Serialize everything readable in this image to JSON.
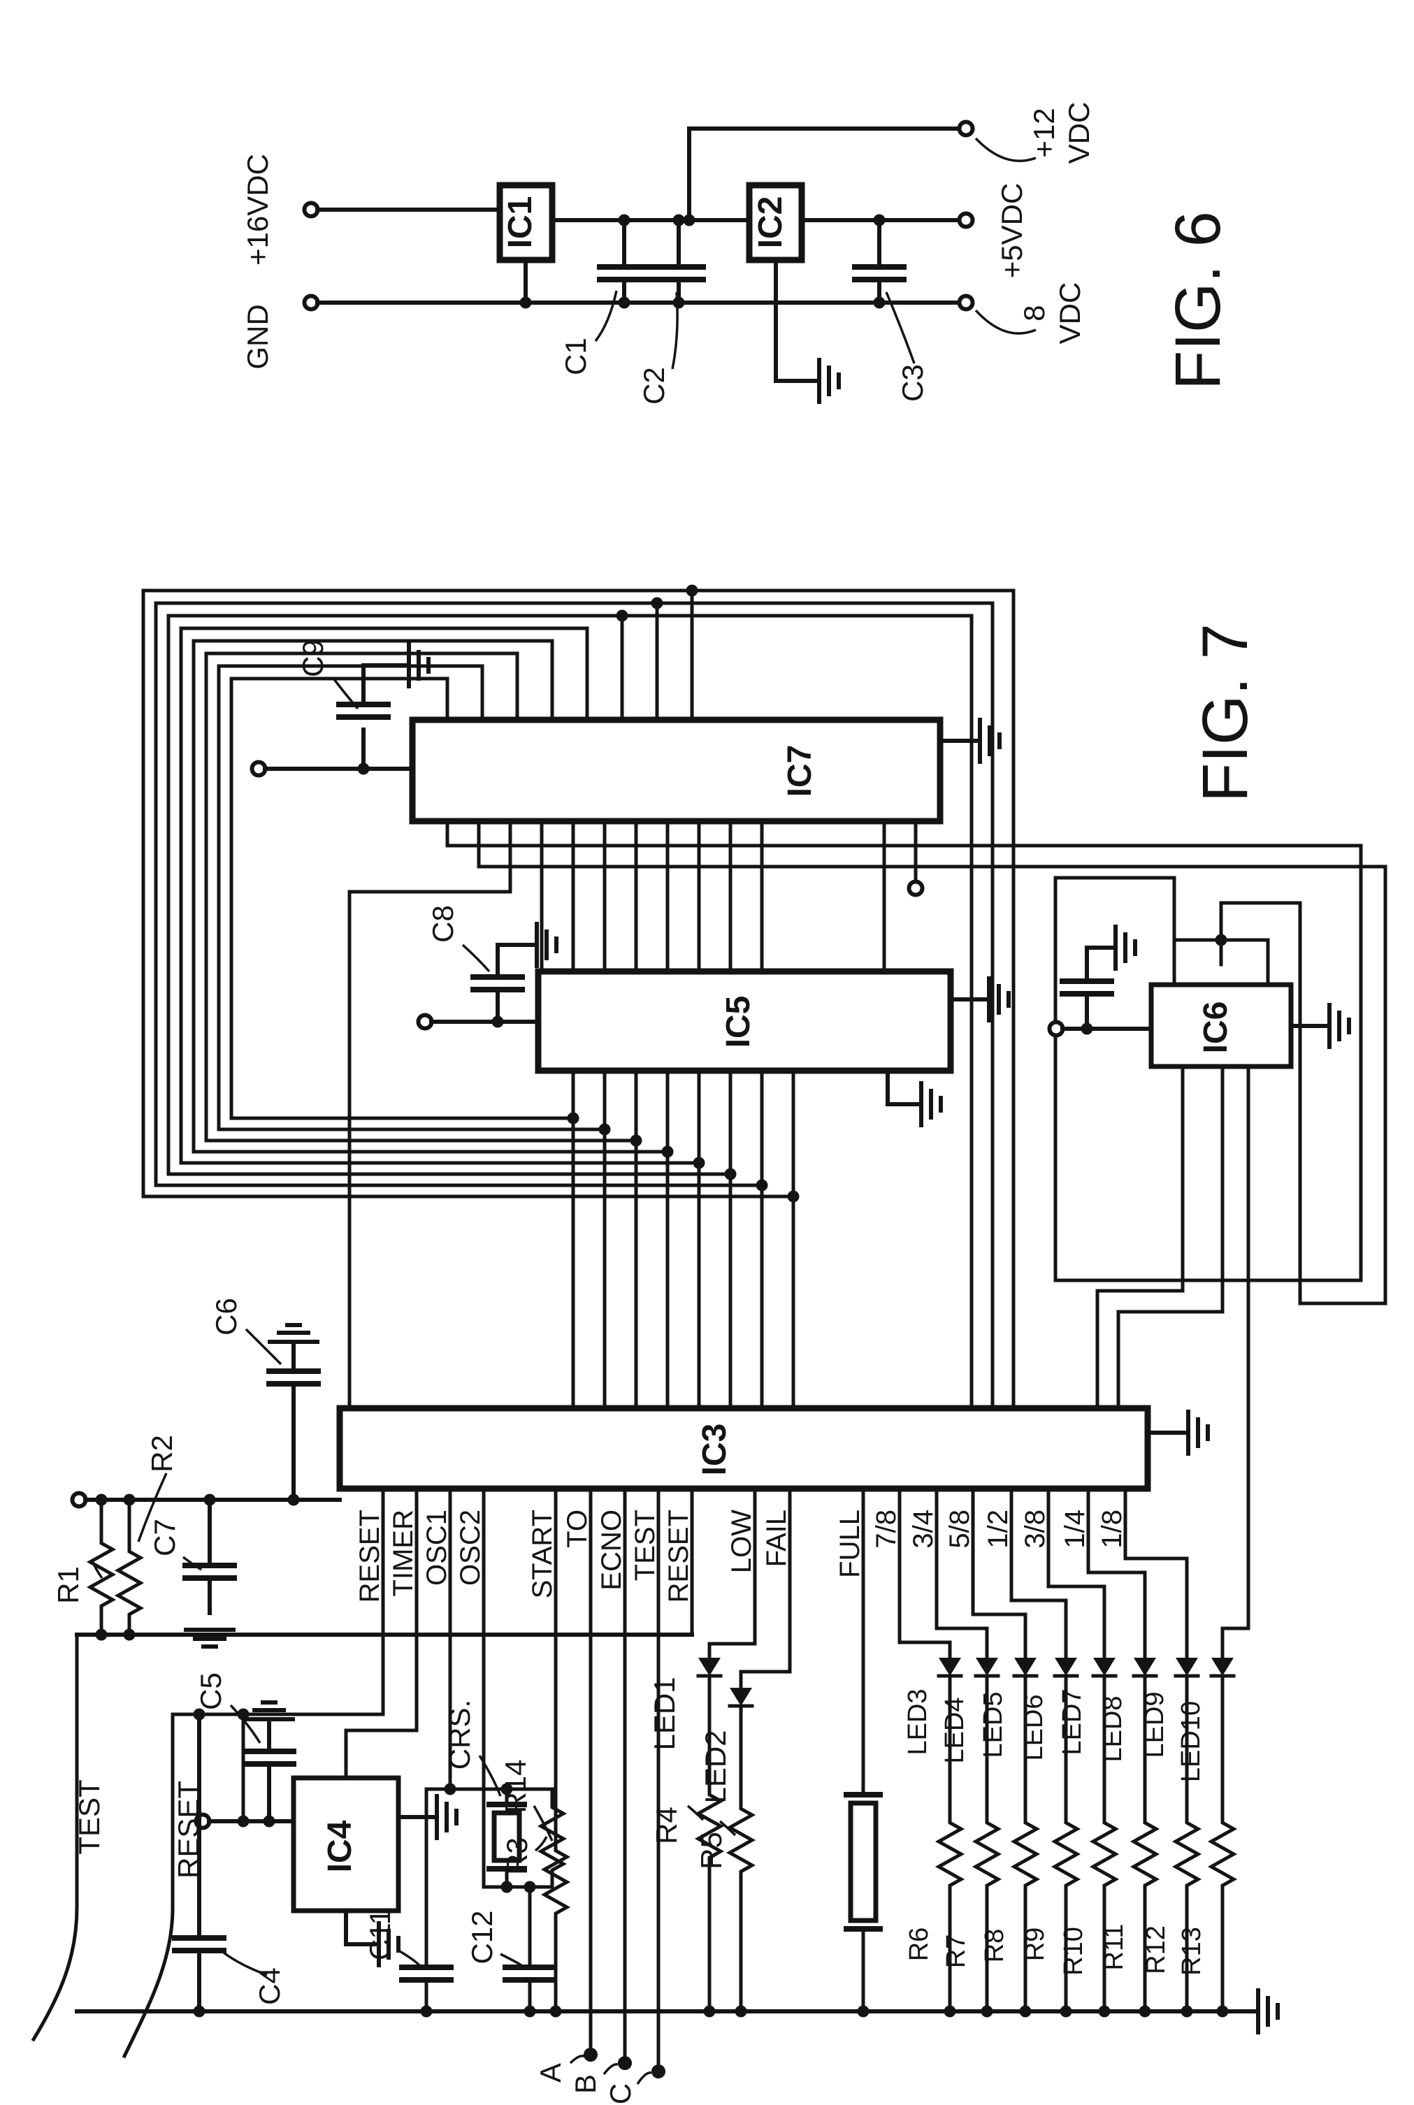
{
  "fig6": {
    "title": "FIG. 6",
    "gnd": "GND",
    "v16": "+16VDC",
    "ic1": "IC1",
    "ic2": "IC2",
    "c1": "C1",
    "c2": "C2",
    "c3": "C3",
    "v5": "+5VDC",
    "v12_line1": "+12",
    "v12_line2": "VDC",
    "v8_line1": "8",
    "v8_line2": "VDC"
  },
  "fig7": {
    "title": "FIG. 7",
    "ic3": "IC3",
    "ic4": "IC4",
    "ic5": "IC5",
    "ic6": "IC6",
    "ic7": "IC7",
    "c4": "C4",
    "c5": "C5",
    "c6": "C6",
    "c7": "C7",
    "c8": "C8",
    "c9": "C9",
    "c11": "C11",
    "c12": "C12",
    "r1": "R1",
    "r2": "R2",
    "r3": "R3",
    "r14": "R14",
    "crs": "CRS.",
    "test_input": "TEST",
    "reset_input": "RESET",
    "pins": [
      "RESET",
      "TIMER",
      "OSC1",
      "OSC2",
      "START",
      "TO",
      "ECNO",
      "TEST",
      "RESET",
      "LOW",
      "FAIL",
      "FULL",
      "7/8",
      "3/4",
      "5/8",
      "1/2",
      "3/8",
      "1/4",
      "1/8"
    ],
    "leds": [
      "LED1",
      "LED2",
      "LED3",
      "LED4",
      "LED5",
      "LED6",
      "LED7",
      "LED8",
      "LED9",
      "LED10"
    ],
    "resistors": [
      "R4",
      "R5",
      "R6",
      "R7",
      "R8",
      "R9",
      "R10",
      "R11",
      "R12",
      "R13"
    ],
    "points": [
      "A",
      "B",
      "C"
    ]
  }
}
